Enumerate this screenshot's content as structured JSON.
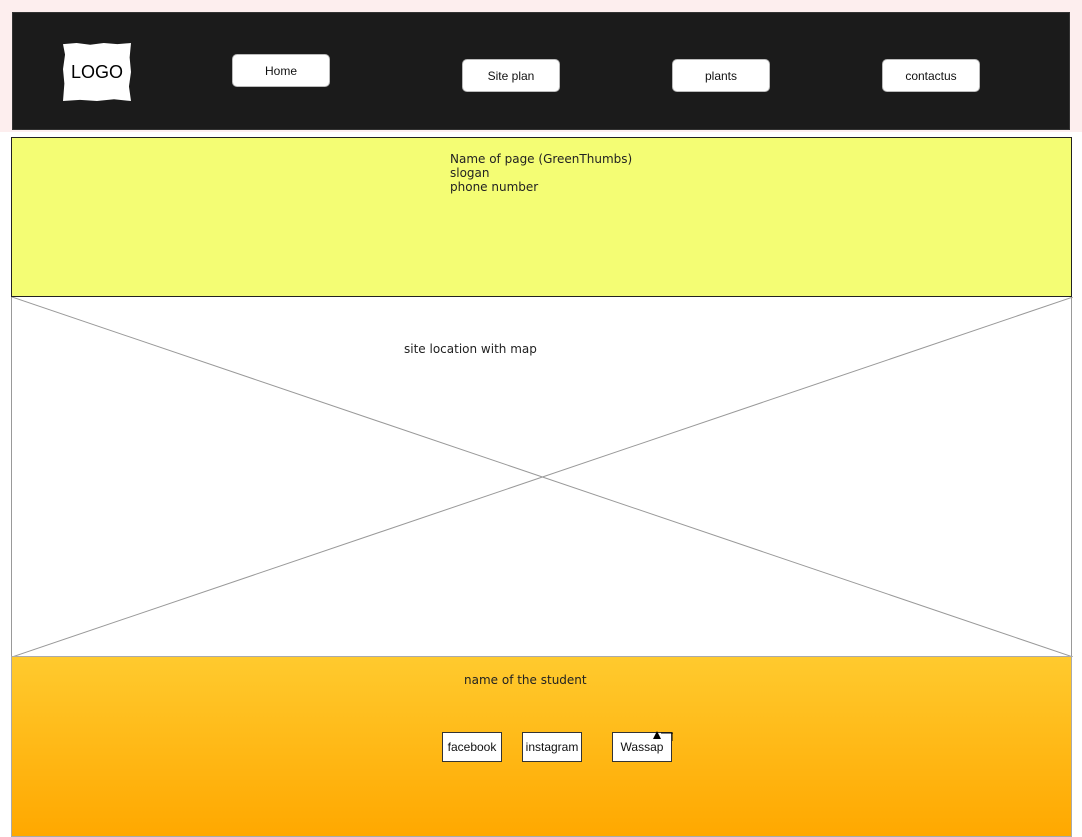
{
  "navbar": {
    "logo_text": "LOGO",
    "items": [
      {
        "label": "Home"
      },
      {
        "label": "Site plan"
      },
      {
        "label": "plants"
      },
      {
        "label": "contactus"
      }
    ]
  },
  "header": {
    "lines": [
      "Name of page (GreenThumbs)",
      "slogan",
      "phone number"
    ]
  },
  "map": {
    "label": "site location with map",
    "placeholder_icon": "image-placeholder-cross"
  },
  "footer": {
    "student_name": "name of the student",
    "social": [
      {
        "label": "facebook"
      },
      {
        "label": "instagram"
      },
      {
        "label": "Wassap"
      }
    ]
  },
  "colors": {
    "navbar_bg": "#1b1b1b",
    "header_bg": "#f4fd74",
    "footer_top": "#ffca2e",
    "footer_bottom": "#ffa800"
  }
}
